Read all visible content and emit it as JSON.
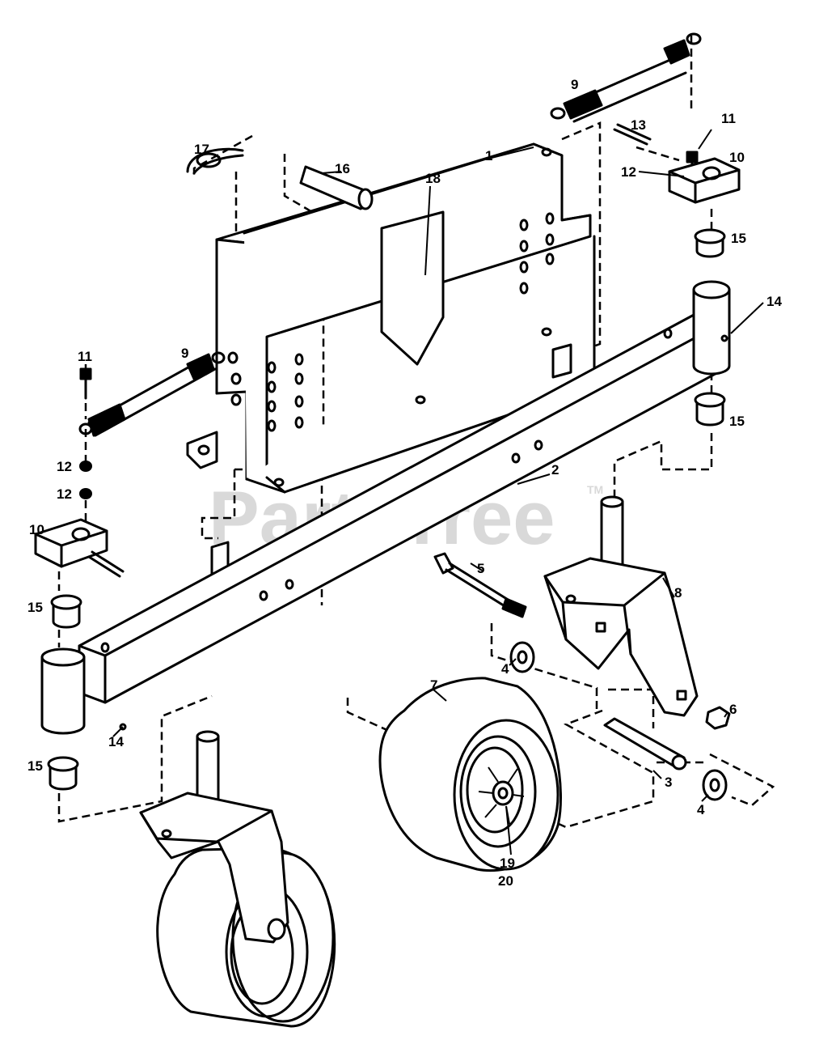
{
  "diagram": {
    "watermark": "PartsTree",
    "trademark": "TM",
    "callouts": {
      "frame": "1",
      "axle": "2",
      "spacer_tube": "3",
      "washer_front": "4",
      "washer_rear": "4",
      "carriage_bolt": "5",
      "nut": "6",
      "wheel": "7",
      "caster_fork": "8",
      "spring_right": "9",
      "spring_left": "9",
      "latch_plate_right": "10",
      "latch_plate_left": "10",
      "bolt_right": "11",
      "bolt_left": "11",
      "nut_right": "12",
      "nut_left_a": "12",
      "nut_left_b": "12",
      "roll_pin": "13",
      "grease_fitting_right": "14",
      "grease_fitting_left": "14",
      "bushing_right_top": "15",
      "bushing_right_bottom": "15",
      "bushing_left_top": "15",
      "bushing_left_bottom": "15",
      "pin": "16",
      "hairpin_clip": "17",
      "decal": "18",
      "bearing": "19",
      "bearing_alt": "20"
    }
  }
}
